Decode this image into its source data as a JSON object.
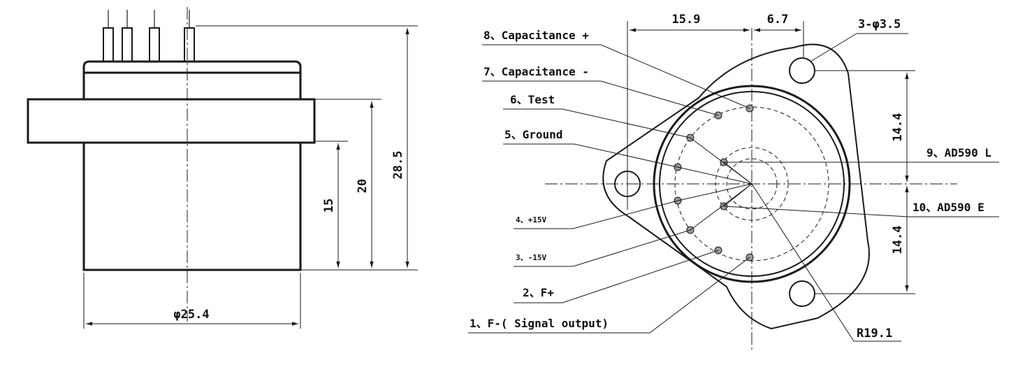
{
  "side_view": {
    "diameter_label": "φ25.4",
    "height_total": "28.5",
    "height_flange": "20",
    "height_body": "15"
  },
  "top_view": {
    "dim_left": "15.9",
    "dim_right": "6.7",
    "hole_spec": "3-φ3.5",
    "dim_upper": "14.4",
    "dim_lower": "14.4",
    "radius": "R19.1"
  },
  "pins": [
    {
      "number": "1",
      "label": "1、F-( Signal  output)"
    },
    {
      "number": "2",
      "label": "2、F+"
    },
    {
      "number": "3",
      "label": "3、-15V"
    },
    {
      "number": "4",
      "label": "4、+15V"
    },
    {
      "number": "5",
      "label": "5、Ground"
    },
    {
      "number": "6",
      "label": "6、Test"
    },
    {
      "number": "7",
      "label": "7、Capacitance -"
    },
    {
      "number": "8",
      "label": "8、Capacitance +"
    },
    {
      "number": "9",
      "label": "9、AD590 L"
    },
    {
      "number": "10",
      "label": "10、AD590 E"
    }
  ]
}
